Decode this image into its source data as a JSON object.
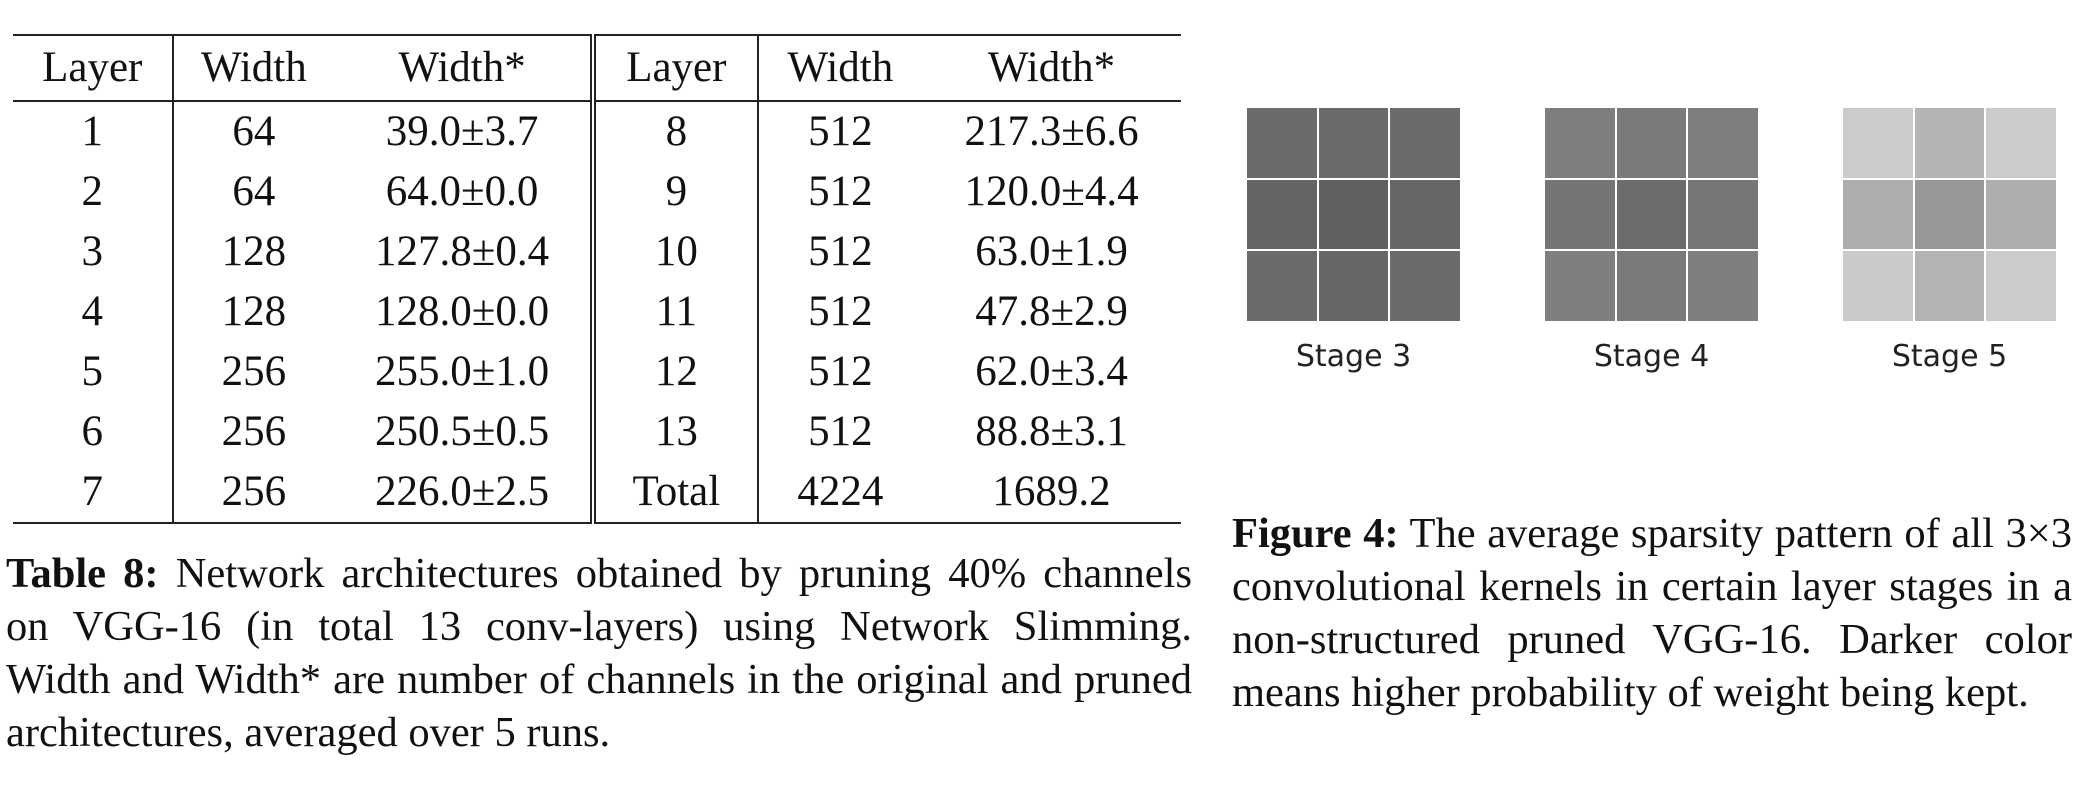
{
  "table": {
    "headers": [
      "Layer",
      "Width",
      "Width*",
      "Layer",
      "Width",
      "Width*"
    ],
    "rows": [
      [
        "1",
        "64",
        "39.0±3.7",
        "8",
        "512",
        "217.3±6.6"
      ],
      [
        "2",
        "64",
        "64.0±0.0",
        "9",
        "512",
        "120.0±4.4"
      ],
      [
        "3",
        "128",
        "127.8±0.4",
        "10",
        "512",
        "63.0±1.9"
      ],
      [
        "4",
        "128",
        "128.0±0.0",
        "11",
        "512",
        "47.8±2.9"
      ],
      [
        "5",
        "256",
        "255.0±1.0",
        "12",
        "512",
        "62.0±3.4"
      ],
      [
        "6",
        "256",
        "250.5±0.5",
        "13",
        "512",
        "88.8±3.1"
      ],
      [
        "7",
        "256",
        "226.0±2.5",
        "Total",
        "4224",
        "1689.2"
      ]
    ]
  },
  "table_caption": {
    "label": "Table 8:",
    "text": "Network architectures obtained by pruning 40% channels on VGG-16 (in total 13 conv-layers) using Network Slimming. Width and Width* are number of channels in the original and pruned architectures, averaged over 5 runs."
  },
  "figure": {
    "stages": [
      {
        "label": "Stage 3",
        "cells": [
          "#6b6b6b",
          "#6a6a6a",
          "#6b6b6b",
          "#656565",
          "#606060",
          "#666666",
          "#6b6b6b",
          "#676767",
          "#6b6b6b"
        ]
      },
      {
        "label": "Stage 4",
        "cells": [
          "#7e7e7e",
          "#7a7a7a",
          "#7e7e7e",
          "#757575",
          "#6c6c6c",
          "#767676",
          "#7f7f7f",
          "#7a7a7a",
          "#7f7f7f"
        ]
      },
      {
        "label": "Stage 5",
        "cells": [
          "#cbcbcb",
          "#b4b4b4",
          "#cbcbcb",
          "#adadad",
          "#979797",
          "#aeaeae",
          "#cacaca",
          "#b3b3b3",
          "#cbcbcb"
        ]
      }
    ]
  },
  "figure_caption": {
    "label": "Figure 4:",
    "text": "The average sparsity pattern of all 3×3 convolutional kernels in certain layer stages in a non-structured pruned VGG-16. Darker color means higher probability of weight being kept."
  }
}
